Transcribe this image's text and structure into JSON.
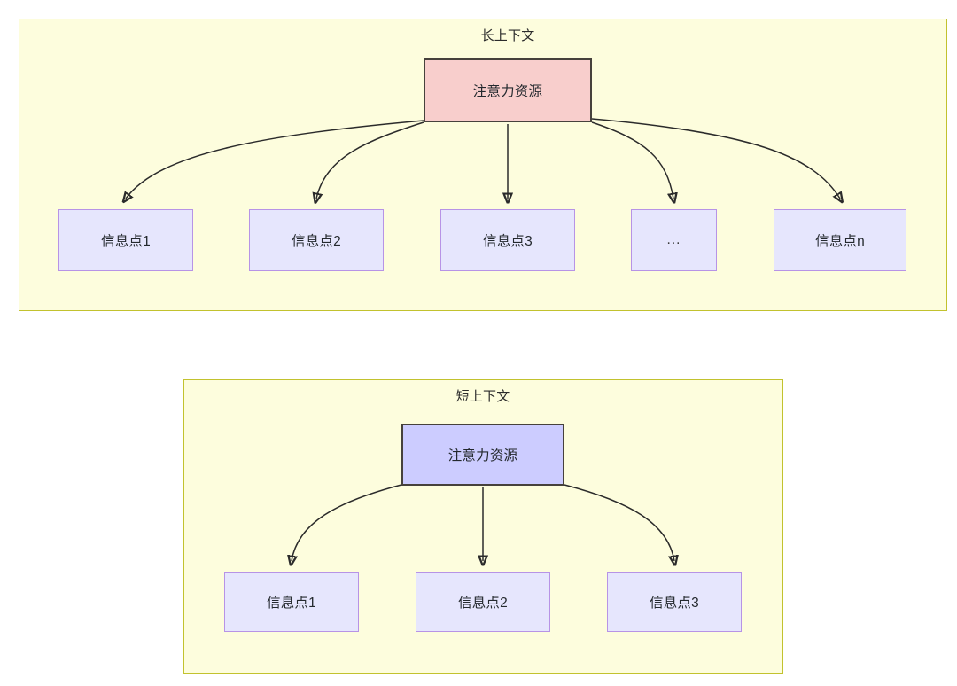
{
  "diagram": {
    "title_long": "长上下文",
    "title_short": "短上下文",
    "colors": {
      "container_fill": "#fdfddd",
      "container_stroke": "#c2c22e",
      "root_long_fill": "#f8cecc",
      "root_short_fill": "#ccccff",
      "root_stroke": "#46413c",
      "leaf_fill": "#e6e6fd",
      "leaf_stroke": "#b793e6",
      "edge_stroke": "#2b2b2b",
      "text": "#24292e"
    },
    "sections": [
      {
        "id": "long-context",
        "title": "长上下文",
        "root": {
          "label": "注意力资源"
        },
        "leaves": [
          {
            "label": "信息点1"
          },
          {
            "label": "信息点2"
          },
          {
            "label": "信息点3"
          },
          {
            "label": "..."
          },
          {
            "label": "信息点n"
          }
        ]
      },
      {
        "id": "short-context",
        "title": "短上下文",
        "root": {
          "label": "注意力资源"
        },
        "leaves": [
          {
            "label": "信息点1"
          },
          {
            "label": "信息点2"
          },
          {
            "label": "信息点3"
          }
        ]
      }
    ]
  }
}
